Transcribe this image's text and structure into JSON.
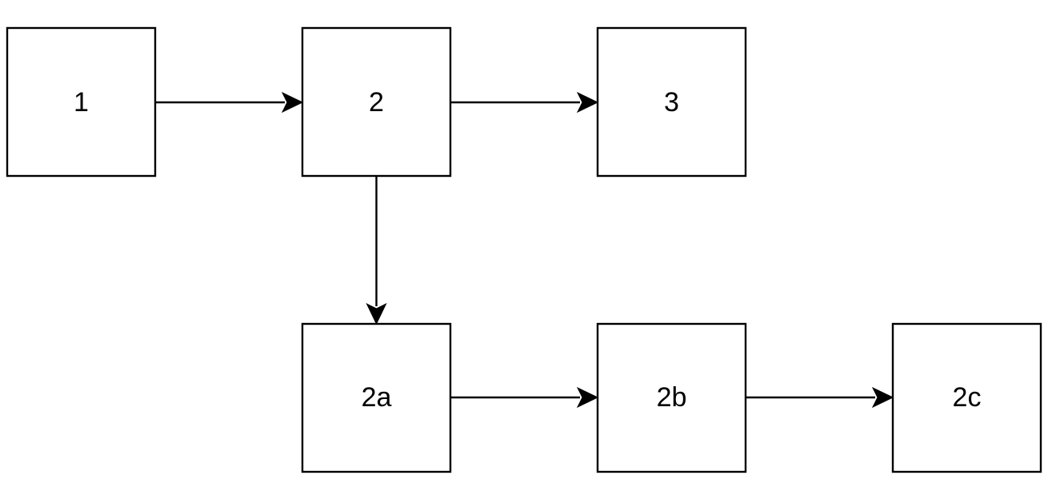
{
  "diagram": {
    "nodes": [
      {
        "id": "n1",
        "label": "1"
      },
      {
        "id": "n2",
        "label": "2"
      },
      {
        "id": "n3",
        "label": "3"
      },
      {
        "id": "n2a",
        "label": "2a"
      },
      {
        "id": "n2b",
        "label": "2b"
      },
      {
        "id": "n2c",
        "label": "2c"
      }
    ],
    "edges": [
      {
        "from": "n1",
        "to": "n2"
      },
      {
        "from": "n2",
        "to": "n3"
      },
      {
        "from": "n2",
        "to": "n2a"
      },
      {
        "from": "n2a",
        "to": "n2b"
      },
      {
        "from": "n2b",
        "to": "n2c"
      }
    ],
    "colors": {
      "stroke": "#000000",
      "fill": "#ffffff",
      "text": "#000000"
    }
  }
}
